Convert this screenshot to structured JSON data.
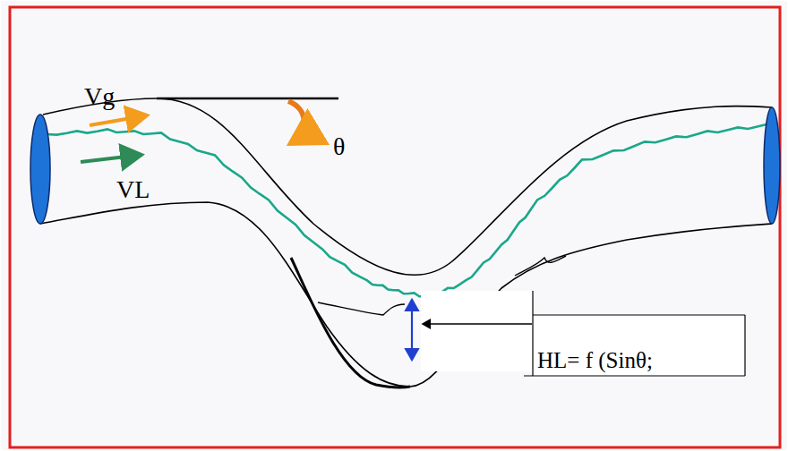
{
  "diagram": {
    "labels": [
      "Vg",
      "θ",
      "VL",
      "HL= f (Sinθ;"
    ]
  }
}
